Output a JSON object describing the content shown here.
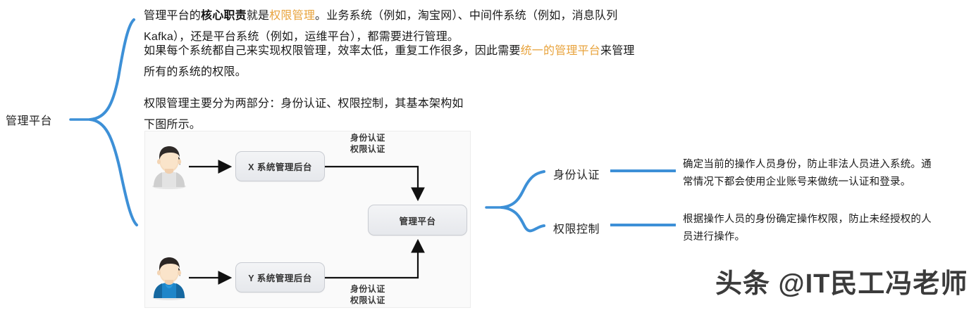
{
  "mindmap": {
    "root_label": "管理平台",
    "branch_color": "#3d90d7",
    "children": [
      {
        "label": "身份认证",
        "description_lines": [
          "确定当前的操作人员身份，防止非法人员进入系统。通",
          "常情况下都会使用企业账号来做统一认证和登录。"
        ]
      },
      {
        "label": "权限控制",
        "description_lines": [
          "根据操作人员的身份确定操作权限，防止未经授权的人",
          "员进行操作。"
        ]
      }
    ]
  },
  "body_text": {
    "highlight_color": "#e8a33c",
    "paragraph1": {
      "line1_a": "管理平台的",
      "line1_bold": "核心职责",
      "line1_b": "就是",
      "line1_hl": "权限管理",
      "line1_c": "。业务系统（例如，淘宝网）、中间件系统（例如，消息队列",
      "line2": "Kafka），还是平台系统（例如，运维平台），都需要进行管理。"
    },
    "paragraph2": {
      "line1_a": "如果每个系统都自己来实现权限管理，效率太低，重复工作很多，因此需要",
      "line1_hl": "统一的管理平台",
      "line1_b": "来管理",
      "line2": "所有的系统的权限。"
    },
    "paragraph3": {
      "line1": "权限管理主要分为两部分：身份认证、权限控制，其基本架构如",
      "line2": "下图所示。"
    }
  },
  "diagram": {
    "boxes": {
      "x_system": "X 系统管理后台",
      "y_system": "Y 系统管理后台",
      "platform": "管理平台"
    },
    "edge_labels": {
      "top_line1": "身份认证",
      "top_line2": "权限认证",
      "bottom_line1": "身份认证",
      "bottom_line2": "权限认证"
    },
    "actors": {
      "top_user": "user-avatar-gray",
      "bottom_user": "user-avatar-blue"
    }
  },
  "watermark": {
    "text": "头条 @IT民工冯老师"
  }
}
